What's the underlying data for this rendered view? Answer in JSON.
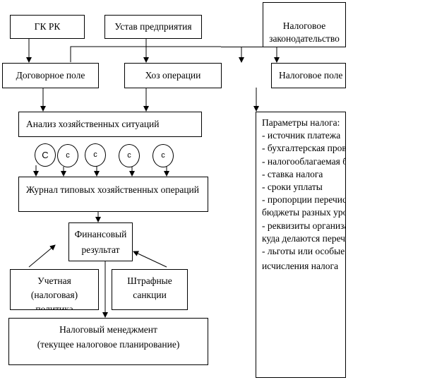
{
  "nodes": {
    "gk": "ГК РК",
    "ustav": "Устав предприятия",
    "tax_law": [
      "Налоговое",
      "законодательство"
    ],
    "contract_field": "Договорное поле",
    "operations": "Хоз операции",
    "tax_field": "Налоговое поле",
    "analysis": "Анализ хозяйственных ситуаций",
    "journal": "Журнал типовых хозяйственных операций",
    "fin_result": [
      "Финансовый",
      "результат"
    ],
    "policy": [
      "Учетная",
      "(налоговая)",
      "политика"
    ],
    "penalties": [
      "Штрафные",
      "санкции"
    ],
    "tax_management": [
      "Налоговый менеджмент",
      "(текущее налоговое планирование)"
    ]
  },
  "circles": [
    "С",
    "с",
    "с",
    "с",
    "с"
  ],
  "params": {
    "title": "Параметры налога:",
    "lines": [
      "- источник платежа",
      "- бухгалтерская проводка",
      "- налогооблагаемая база",
      "- ставка налога",
      "- сроки уплаты",
      "- пропорции перечисления в",
      "бюджеты разных уровней",
      "- реквизиты организаций,",
      "куда делаются перечисления",
      "- льготы или особые условия",
      "исчисления налога"
    ]
  }
}
